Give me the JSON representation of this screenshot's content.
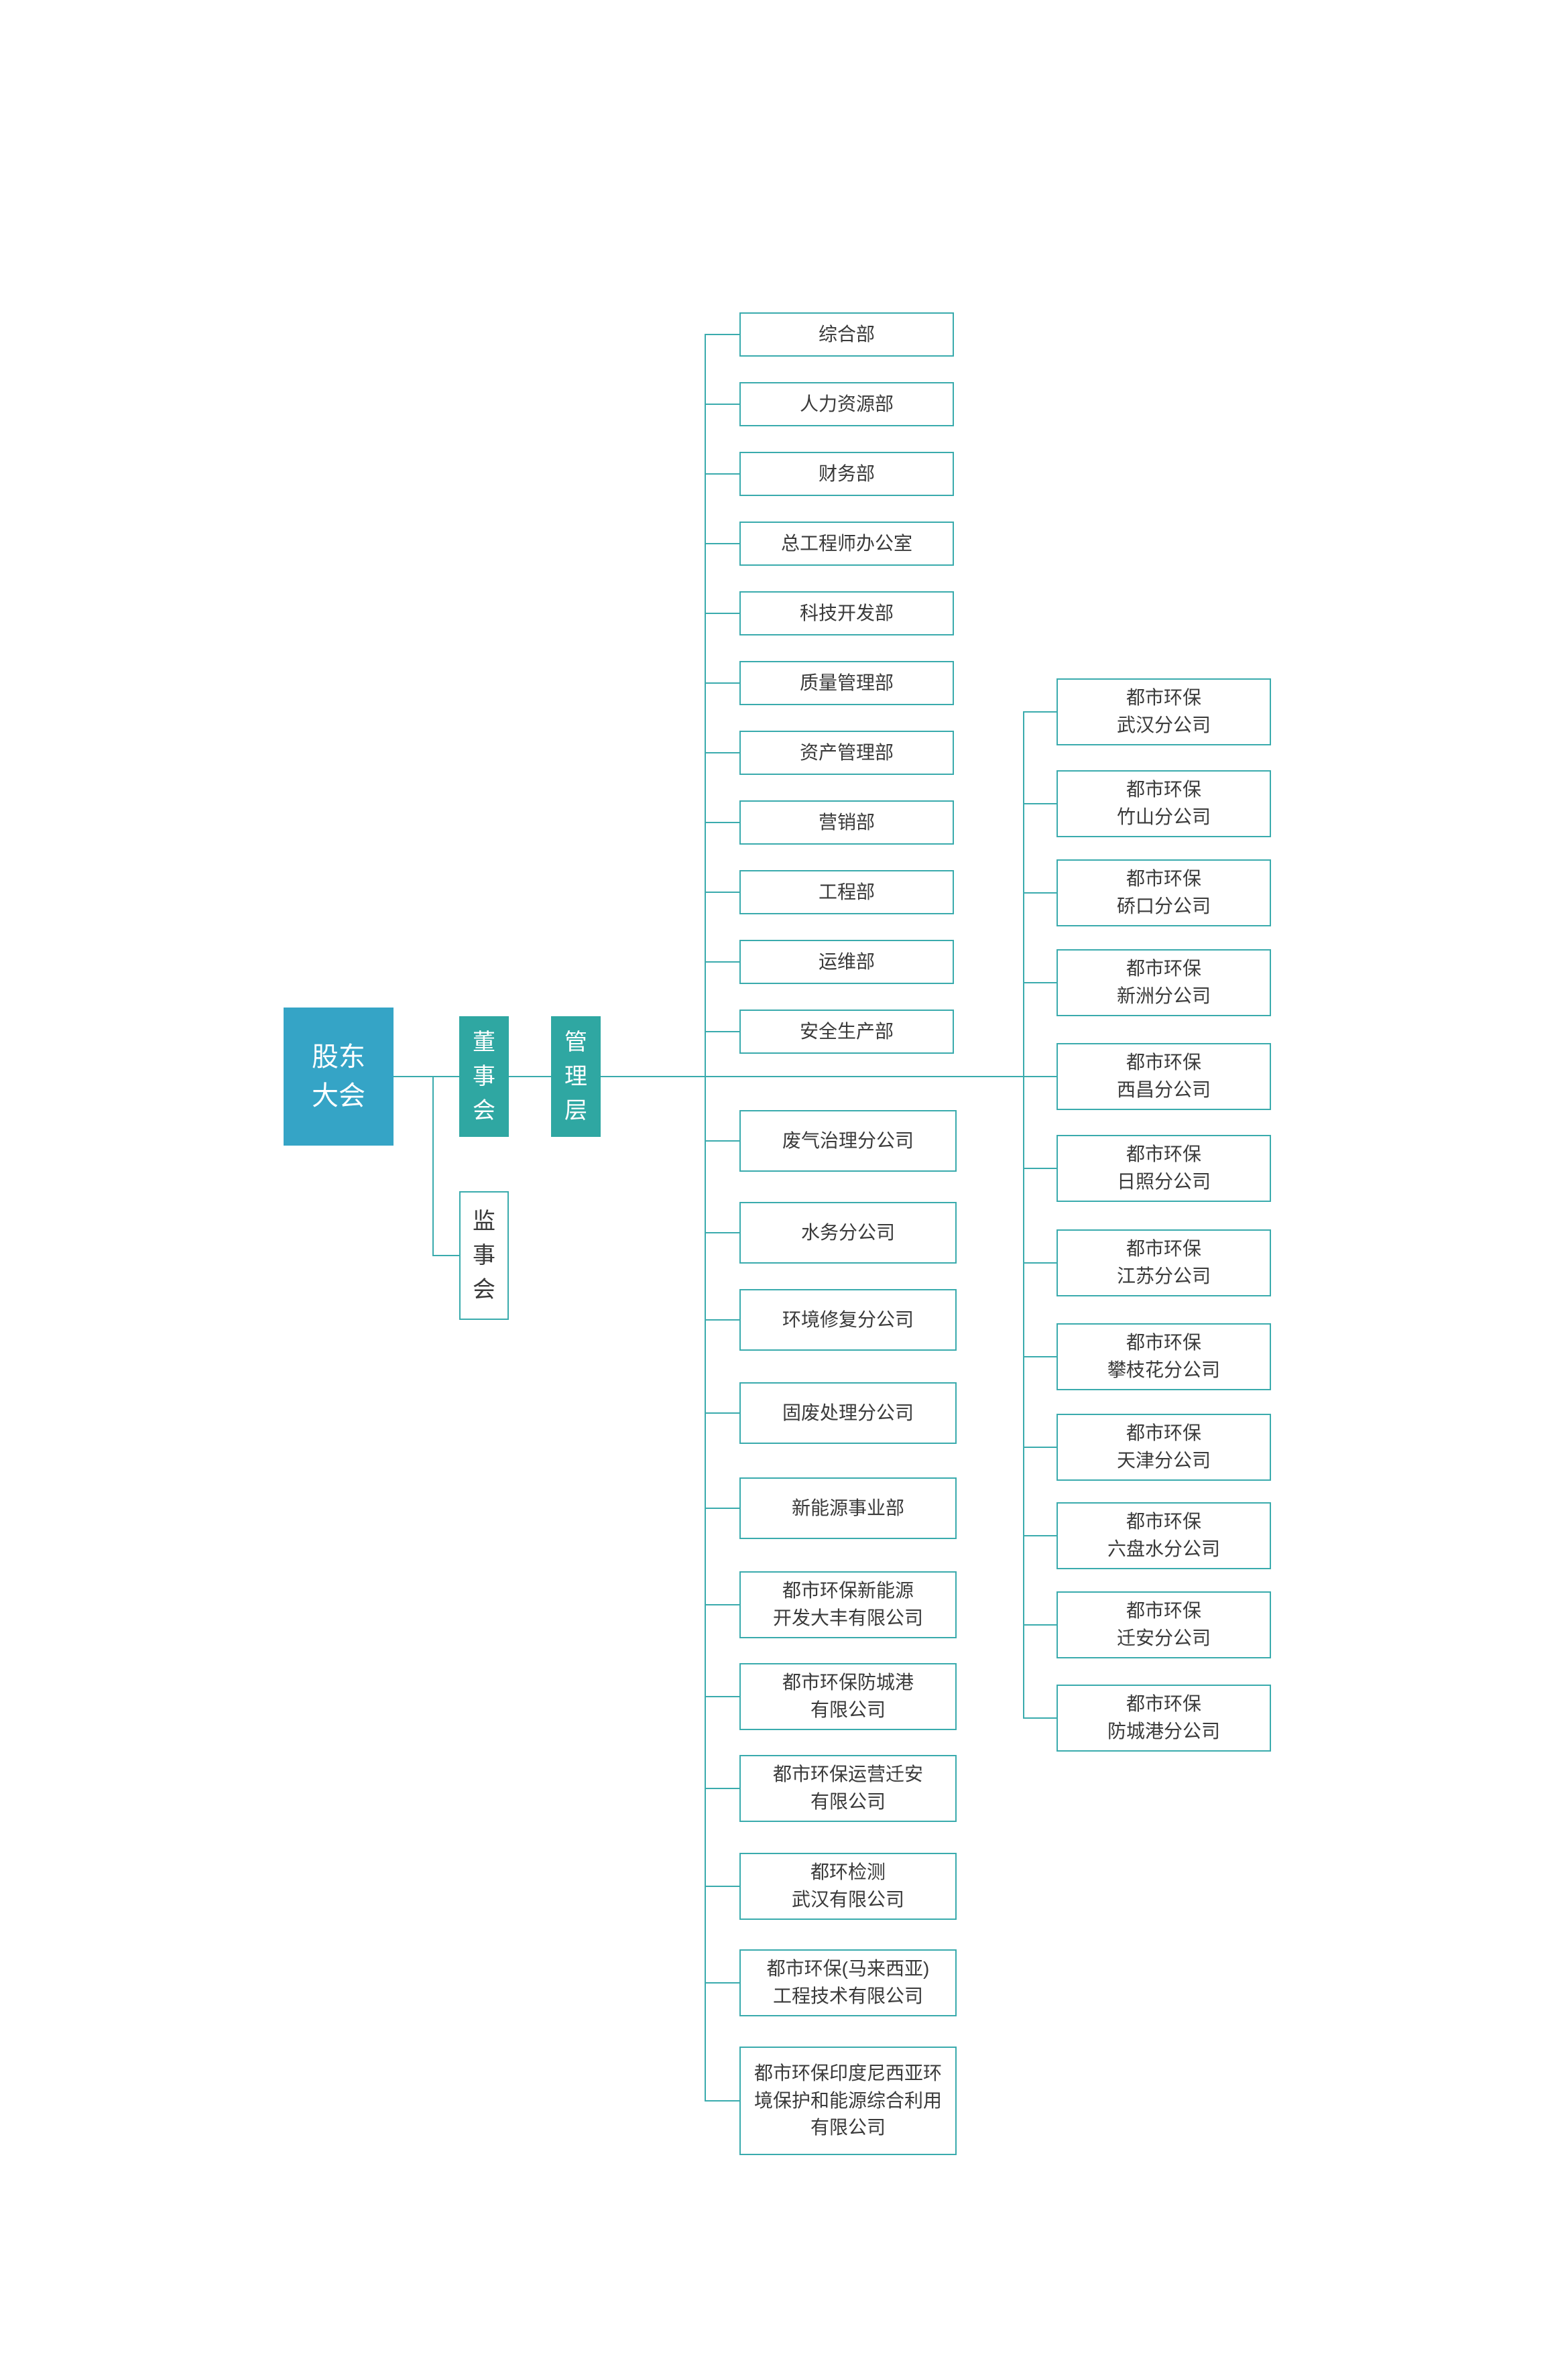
{
  "nodes": {
    "shareholders": "股东大会",
    "board": "董事会",
    "management": "管理层",
    "supervisory": "监事会"
  },
  "departments": [
    "综合部",
    "人力资源部",
    "财务部",
    "总工程师办公室",
    "科技开发部",
    "质量管理部",
    "资产管理部",
    "营销部",
    "工程部",
    "运维部",
    "安全生产部"
  ],
  "subsidiaries": [
    "废气治理分公司",
    "水务分公司",
    "环境修复分公司",
    "固废处理分公司",
    "新能源事业部",
    "都市环保新能源\n开发大丰有限公司",
    "都市环保防城港\n有限公司",
    "都市环保运营迁安\n有限公司",
    "都环检测\n武汉有限公司",
    "都市环保(马来西亚)\n工程技术有限公司",
    "都市环保印度尼西亚环\n境保护和能源综合利用\n有限公司"
  ],
  "branches": [
    "都市环保\n武汉分公司",
    "都市环保\n竹山分公司",
    "都市环保\n硚口分公司",
    "都市环保\n新洲分公司",
    "都市环保\n西昌分公司",
    "都市环保\n日照分公司",
    "都市环保\n江苏分公司",
    "都市环保\n攀枝花分公司",
    "都市环保\n天津分公司",
    "都市环保\n六盘水分公司",
    "都市环保\n迁安分公司",
    "都市环保\n防城港分公司"
  ],
  "colors": {
    "root_fill": "#35a4c6",
    "exec_fill": "#2fa7a2",
    "line": "#3aabad",
    "border": "#3aabad",
    "text_dark": "#3a3a3a",
    "text_light": "#ffffff"
  }
}
